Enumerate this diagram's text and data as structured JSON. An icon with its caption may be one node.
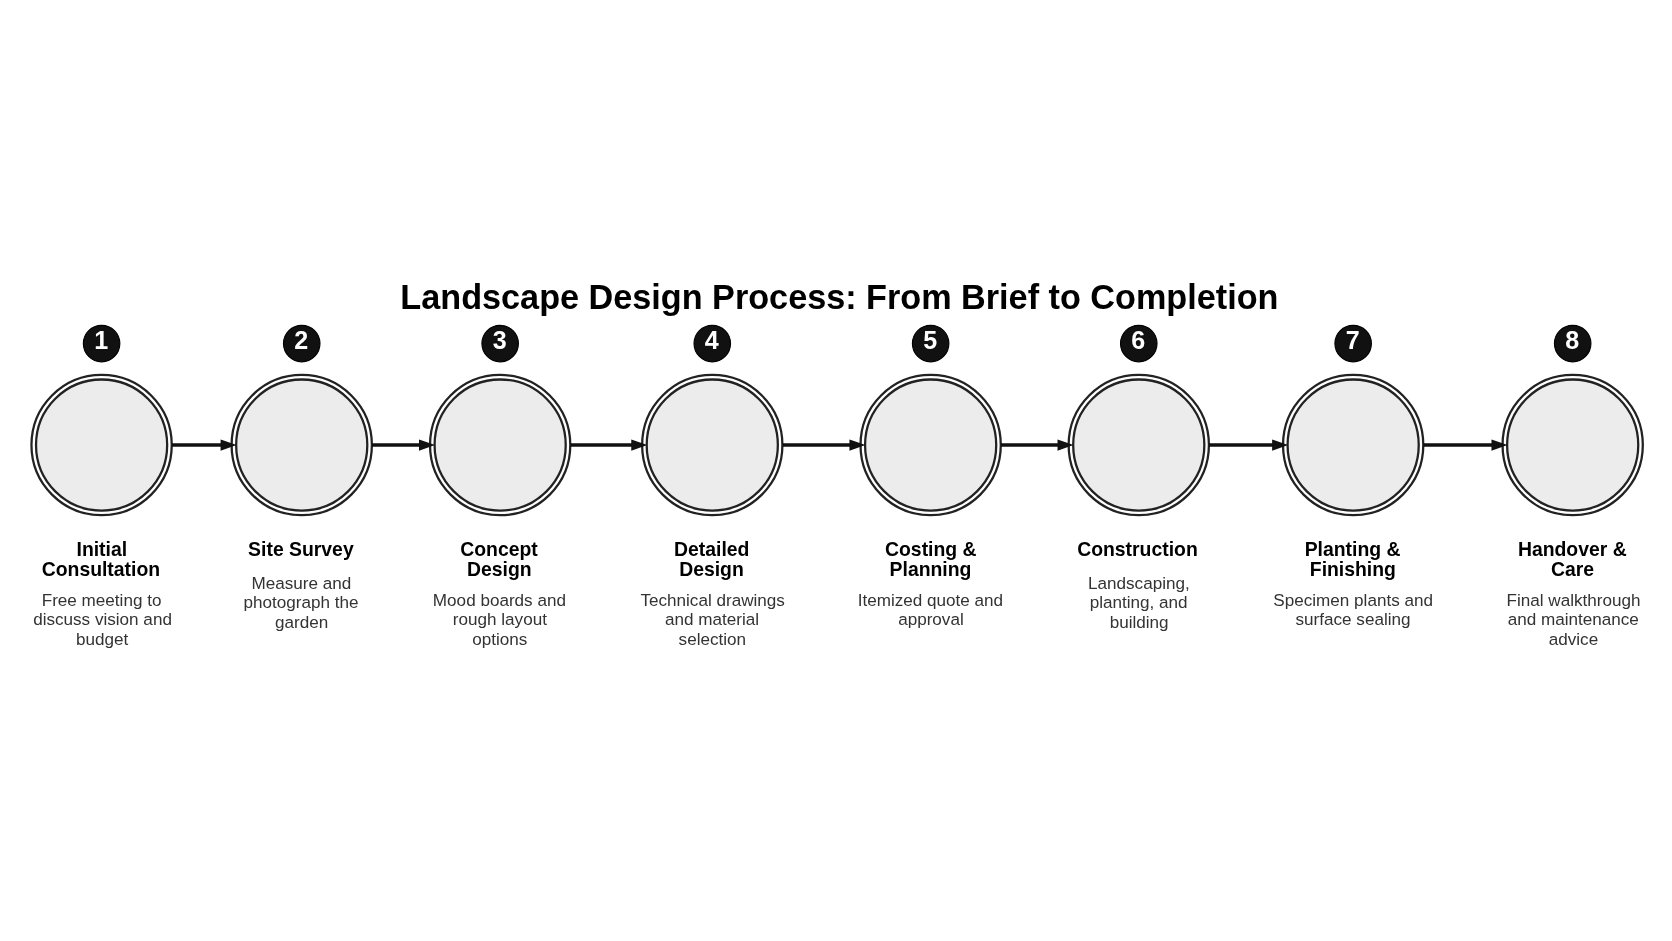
{
  "diagram": {
    "title": "Landscape Design Process: From Brief to Completion",
    "nodes": [
      {
        "text": [],
        "shape": "circle",
        "beside": [
          "1",
          "Initial Consultation",
          "Free meeting to discuss vision and budget"
        ]
      },
      {
        "text": [],
        "shape": "circle",
        "beside": [
          "2",
          "Site Survey",
          "Measure and photograph the garden"
        ]
      },
      {
        "text": [],
        "shape": "circle",
        "beside": [
          "3",
          "Concept Design",
          "Mood boards and rough layout options"
        ]
      },
      {
        "text": [],
        "shape": "circle",
        "beside": [
          "4",
          "Detailed Design",
          "Technical drawings and material selection"
        ]
      },
      {
        "text": [],
        "shape": "circle",
        "beside": [
          "5",
          "Costing & Planning",
          "Itemized quote and approval"
        ]
      },
      {
        "text": [],
        "shape": "circle",
        "beside": [
          "6",
          "Construction",
          "Landscaping, planting, and building"
        ]
      },
      {
        "text": [],
        "shape": "circle",
        "beside": [
          "7",
          "Planting & Finishing",
          "Specimen plants and surface sealing"
        ]
      },
      {
        "text": [],
        "shape": "circle",
        "beside": [
          "8",
          "Handover & Care",
          "Final walkthrough and maintenance advice"
        ]
      }
    ],
    "edges": [
      {
        "from": 0,
        "to": 1,
        "arrow": "to"
      },
      {
        "from": 1,
        "to": 2,
        "arrow": "to"
      },
      {
        "from": 2,
        "to": 3,
        "arrow": "to"
      },
      {
        "from": 3,
        "to": 4,
        "arrow": "to"
      },
      {
        "from": 4,
        "to": 5,
        "arrow": "to"
      },
      {
        "from": 5,
        "to": 6,
        "arrow": "to"
      },
      {
        "from": 6,
        "to": 7,
        "arrow": "to"
      }
    ]
  }
}
